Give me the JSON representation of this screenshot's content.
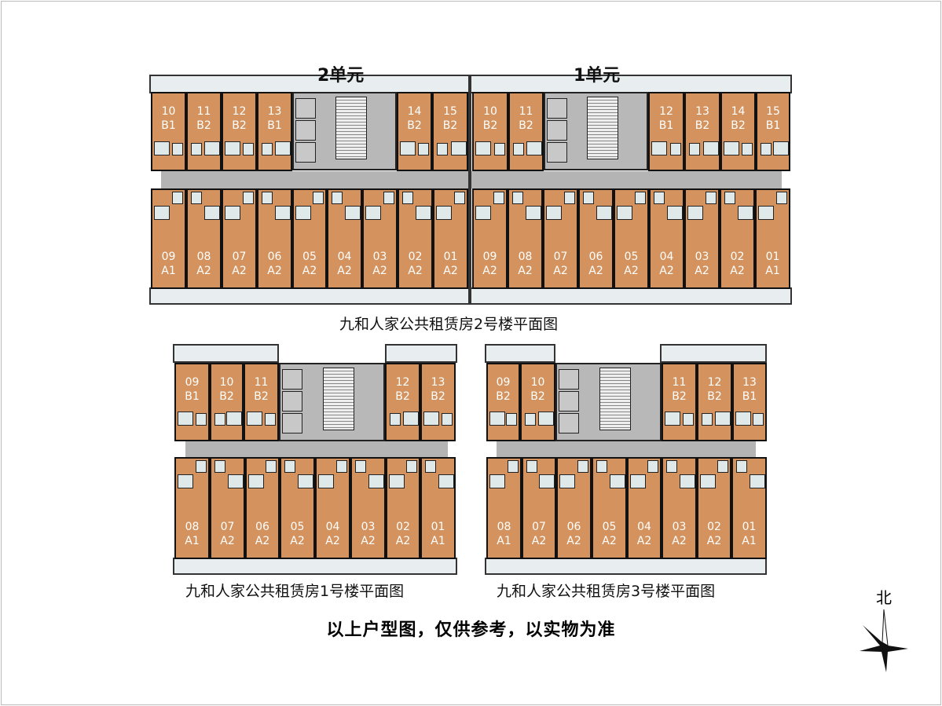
{
  "building2": {
    "caption": "九和人家公共租赁房2号楼平面图",
    "unit2_label": "2单元",
    "unit1_label": "1单元",
    "unit2_top": [
      {
        "num": "10",
        "type": "B1"
      },
      {
        "num": "11",
        "type": "B2"
      },
      {
        "num": "12",
        "type": "B2"
      },
      {
        "num": "13",
        "type": "B1"
      },
      {
        "num": "14",
        "type": "B2"
      },
      {
        "num": "15",
        "type": "B2"
      }
    ],
    "unit2_bottom": [
      {
        "num": "09",
        "type": "A1"
      },
      {
        "num": "08",
        "type": "A2"
      },
      {
        "num": "07",
        "type": "A2"
      },
      {
        "num": "06",
        "type": "A2"
      },
      {
        "num": "05",
        "type": "A2"
      },
      {
        "num": "04",
        "type": "A2"
      },
      {
        "num": "03",
        "type": "A2"
      },
      {
        "num": "02",
        "type": "A2"
      },
      {
        "num": "01",
        "type": "A2"
      }
    ],
    "unit1_top": [
      {
        "num": "10",
        "type": "B2"
      },
      {
        "num": "11",
        "type": "B2"
      },
      {
        "num": "12",
        "type": "B1"
      },
      {
        "num": "13",
        "type": "B2"
      },
      {
        "num": "14",
        "type": "B2"
      },
      {
        "num": "15",
        "type": "B1"
      }
    ],
    "unit1_bottom": [
      {
        "num": "09",
        "type": "A2"
      },
      {
        "num": "08",
        "type": "A2"
      },
      {
        "num": "07",
        "type": "A2"
      },
      {
        "num": "06",
        "type": "A2"
      },
      {
        "num": "05",
        "type": "A2"
      },
      {
        "num": "04",
        "type": "A2"
      },
      {
        "num": "03",
        "type": "A2"
      },
      {
        "num": "02",
        "type": "A2"
      },
      {
        "num": "01",
        "type": "A1"
      }
    ]
  },
  "building1": {
    "caption": "九和人家公共租赁房1号楼平面图",
    "top": [
      {
        "num": "09",
        "type": "B1"
      },
      {
        "num": "10",
        "type": "B2"
      },
      {
        "num": "11",
        "type": "B2"
      },
      {
        "num": "12",
        "type": "B2"
      },
      {
        "num": "13",
        "type": "B2"
      }
    ],
    "bottom": [
      {
        "num": "08",
        "type": "A1"
      },
      {
        "num": "07",
        "type": "A2"
      },
      {
        "num": "06",
        "type": "A2"
      },
      {
        "num": "05",
        "type": "A2"
      },
      {
        "num": "04",
        "type": "A2"
      },
      {
        "num": "03",
        "type": "A2"
      },
      {
        "num": "02",
        "type": "A2"
      },
      {
        "num": "01",
        "type": "A1"
      }
    ]
  },
  "building3": {
    "caption": "九和人家公共租赁房3号楼平面图",
    "top": [
      {
        "num": "09",
        "type": "B2"
      },
      {
        "num": "10",
        "type": "B2"
      },
      {
        "num": "11",
        "type": "B2"
      },
      {
        "num": "12",
        "type": "B2"
      },
      {
        "num": "13",
        "type": "B1"
      }
    ],
    "bottom": [
      {
        "num": "08",
        "type": "A1"
      },
      {
        "num": "07",
        "type": "A2"
      },
      {
        "num": "06",
        "type": "A2"
      },
      {
        "num": "05",
        "type": "A2"
      },
      {
        "num": "04",
        "type": "A2"
      },
      {
        "num": "03",
        "type": "A2"
      },
      {
        "num": "02",
        "type": "A2"
      },
      {
        "num": "01",
        "type": "A1"
      }
    ]
  },
  "note": "以上户型图，仅供参考，以实物为准",
  "north_label": "北",
  "colors": {
    "room": "#d4935e",
    "corridor": "#b4b4b4",
    "bath": "#dfe9ea"
  }
}
